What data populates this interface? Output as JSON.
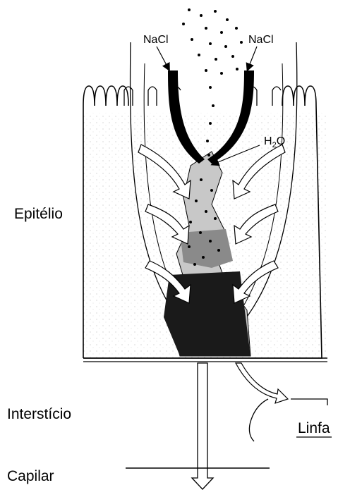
{
  "labels": {
    "epithelium": "Epitélio",
    "interstitium": "Interstício",
    "capillary": "Capilar",
    "lymph": "Linfa",
    "nacl_left": "NaCl",
    "nacl_right": "NaCl",
    "water_main": "H",
    "water_sub": "2",
    "water_tail": "O"
  },
  "colors": {
    "ink": "#000000",
    "paper": "#ffffff",
    "lumen_light": "#c8c8c8",
    "lumen_mid": "#8a8a8a",
    "lumen_dark": "#1a1a1a"
  }
}
